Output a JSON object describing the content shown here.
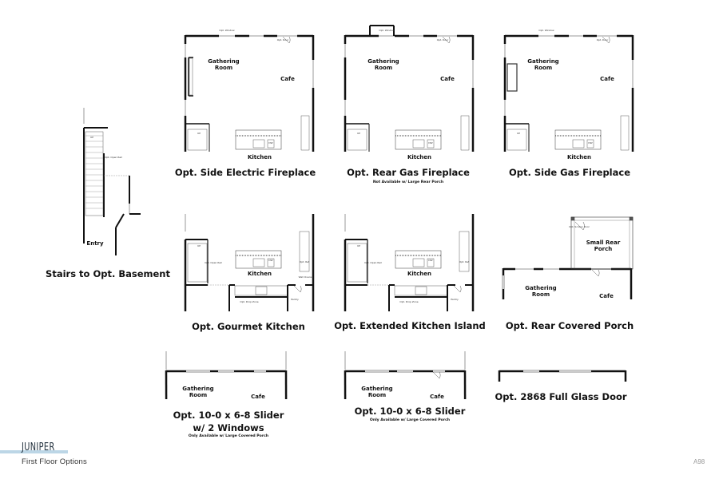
{
  "document": {
    "brand": "JUNIPER",
    "subtitle": "First Floor Options",
    "page_number": "A98",
    "accent_color": "#bcd6e6"
  },
  "labels": {
    "gathering": "Gathering Room",
    "cafe": "Cafe",
    "kitchen": "Kitchen",
    "entry": "Entry",
    "pantry": "Pantry",
    "small_rear_porch": "Small Rear Porch",
    "opt_window": "Opt. Window",
    "opt_door": "Opt. Door",
    "up": "UP",
    "dw": "DW",
    "opt_open_rail": "Opt. Open Rail",
    "opt_drop_zone": "Opt. Drop Zone",
    "wall_ovens": "Wall Ovens",
    "opt_ref": "Opt. Ref",
    "opt_screen_door": "Opt. Screen Door"
  },
  "options": [
    {
      "title": "Opt. Side Electric Fireplace"
    },
    {
      "title": "Opt. Rear Gas Fireplace",
      "note": "Not Available w/ Large Rear Porch"
    },
    {
      "title": "Opt. Side Gas Fireplace"
    },
    {
      "title": "Stairs to Opt. Basement"
    },
    {
      "title": "Opt. Gourmet Kitchen"
    },
    {
      "title": "Opt. Extended Kitchen Island"
    },
    {
      "title": "Opt. Rear Covered Porch"
    },
    {
      "title": "Opt. 10-0 x 6-8 Slider",
      "title2": "w/ 2 Windows",
      "note": "Only Available w/ Large Covered Porch"
    },
    {
      "title": "Opt. 10-0 x 6-8 Slider",
      "note": "Only Available w/ Large Covered Porch"
    },
    {
      "title": "Opt. 2868 Full Glass Door"
    }
  ]
}
